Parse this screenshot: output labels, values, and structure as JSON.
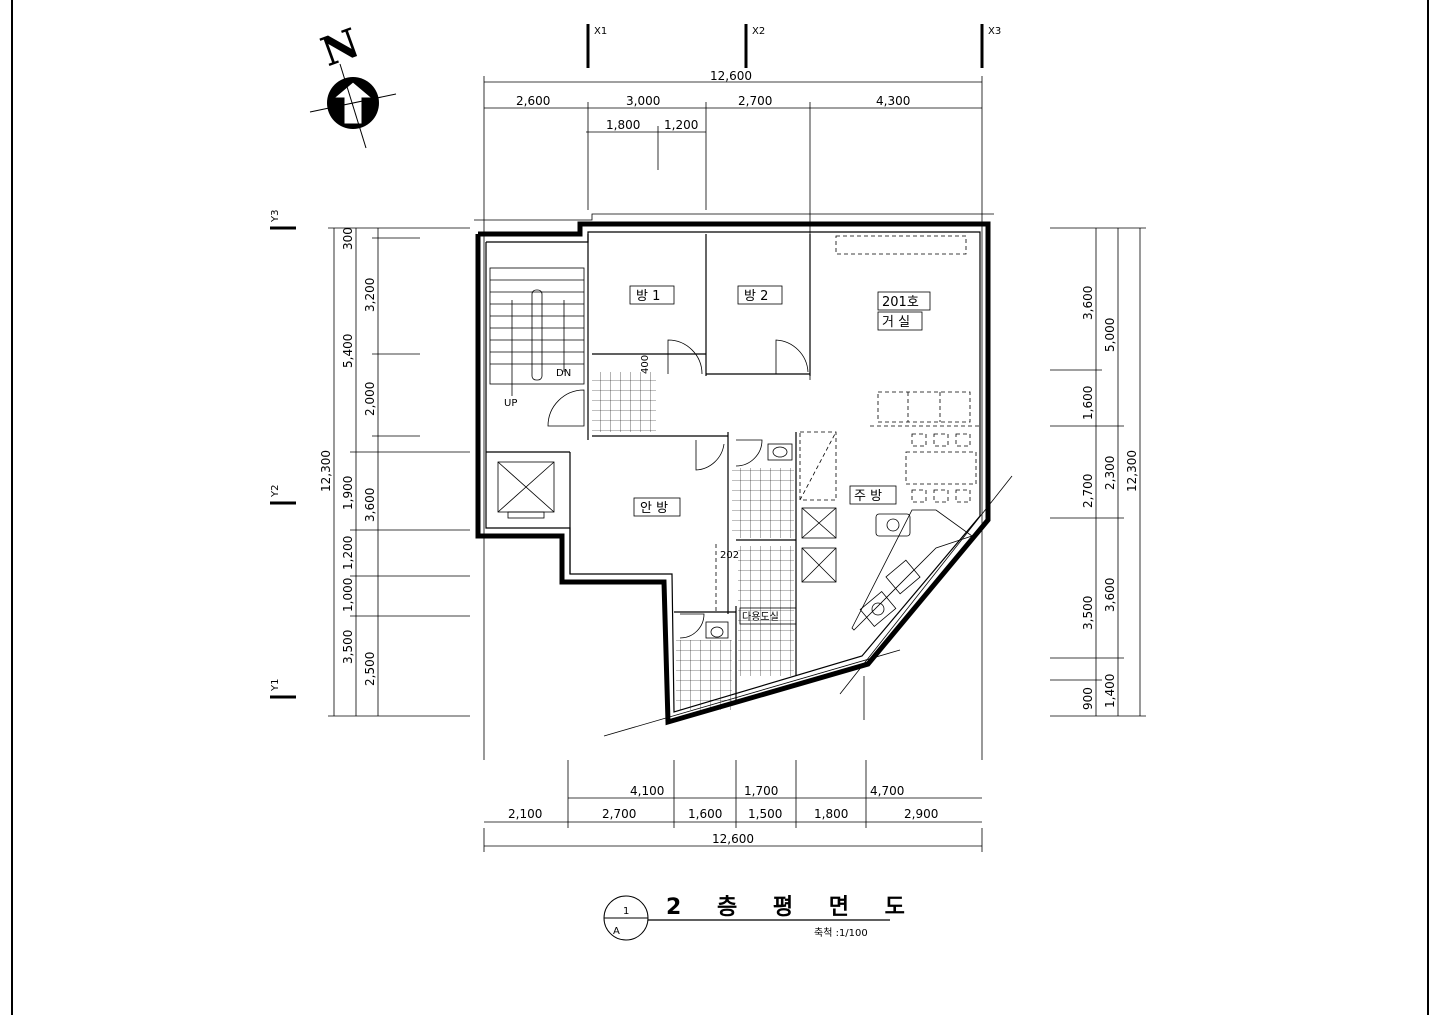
{
  "north_arrow": {
    "label": "N"
  },
  "grid_x": [
    "X1",
    "X2",
    "X3"
  ],
  "grid_y": [
    "Y3",
    "Y2",
    "Y1"
  ],
  "dims": {
    "top_total": "12,600",
    "top_row1": [
      "2,600",
      "3,000",
      "2,700",
      "4,300"
    ],
    "top_row2": [
      "1,800",
      "1,200"
    ],
    "bottom_row1": [
      "4,100",
      "1,700",
      "4,700"
    ],
    "bottom_row2": [
      "2,100",
      "2,700",
      "1,600",
      "1,500",
      "1,800",
      "2,900"
    ],
    "bottom_total": "12,600",
    "left_total": "12,300",
    "left_col1": [
      "5,400",
      "1,900",
      "1,200",
      "1,000",
      "3,500"
    ],
    "left_col2": [
      "300",
      "3,200",
      "2,000",
      "3,600",
      "2,500"
    ],
    "right_col1": [
      "3,600",
      "1,600",
      "2,700",
      "3,500",
      "900"
    ],
    "right_col2": [
      "5,000",
      "2,300",
      "3,600",
      "1,400"
    ],
    "right_total": "12,300",
    "stair_dim": "400"
  },
  "rooms": {
    "room1": "방 1",
    "room2": "방 2",
    "unit": "201호",
    "living": "거 실",
    "master": "안 방",
    "kitchen": "주 방",
    "multi": "다용도실",
    "unit2": "202",
    "up": "UP",
    "dn": "DN"
  },
  "title_block": {
    "title": "2 층 평 면 도",
    "scale": "축척 :1/100",
    "bubble_top": "1",
    "bubble_bottom": "A"
  }
}
